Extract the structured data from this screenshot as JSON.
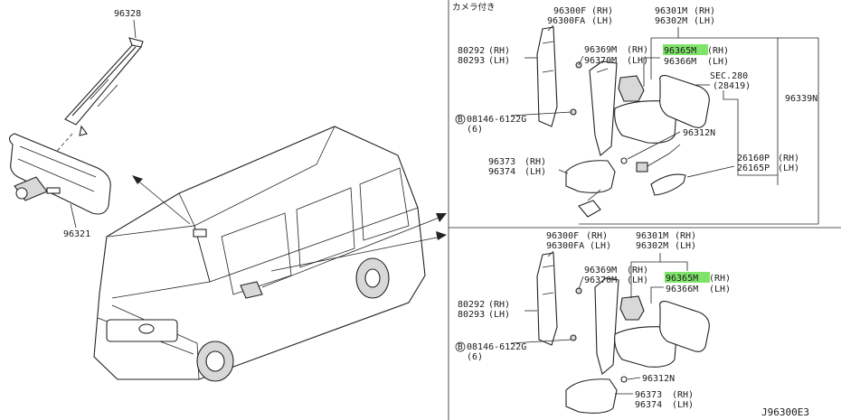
{
  "camera_note": "カメラ付き",
  "left_parts": {
    "p96328": "96328",
    "p96321": "96321"
  },
  "top_panel": {
    "p96300": [
      "96300F",
      "(RH)"
    ],
    "p96300fa": [
      "96300FA",
      "(LH)"
    ],
    "p96301": [
      "96301M",
      "(RH)"
    ],
    "p96302": [
      "96302M",
      "(LH)"
    ],
    "p96365": [
      "96365M",
      "(RH)"
    ],
    "p96366": [
      "96366M",
      "(LH)"
    ],
    "p96369": [
      "96369M",
      "(RH)"
    ],
    "p96370": [
      "96370M",
      "(LH)"
    ],
    "p80292": [
      "80292",
      "(RH)"
    ],
    "p80293": [
      "80293",
      "(LH)"
    ],
    "sec": "SEC.280",
    "sec_ref": "(28419)",
    "p96339": "96339N",
    "bolt_mark": "B",
    "bolt": "08146-6122G",
    "bolt_qty": "(6)",
    "p96312": "96312N",
    "p96373": [
      "96373",
      "(RH)"
    ],
    "p96374": [
      "96374",
      "(LH)"
    ],
    "p26160": [
      "26160P",
      "(RH)"
    ],
    "p26165": [
      "26165P",
      "(LH)"
    ]
  },
  "bottom_panel": {
    "p96300": [
      "96300F",
      "(RH)"
    ],
    "p96300fa": [
      "96300FA",
      "(LH)"
    ],
    "p96301": [
      "96301M",
      "(RH)"
    ],
    "p96302": [
      "96302M",
      "(LH)"
    ],
    "p96369": [
      "96369M",
      "(RH)"
    ],
    "p96370": [
      "96370M",
      "(LH)"
    ],
    "p96365": [
      "96365M",
      "(RH)"
    ],
    "p96366": [
      "96366M",
      "(LH)"
    ],
    "p80292": [
      "80292",
      "(RH)"
    ],
    "p80293": [
      "80293",
      "(LH)"
    ],
    "bolt_mark": "B",
    "bolt": "08146-6122G",
    "bolt_qty": "(6)",
    "p96312": "96312N",
    "p96373": [
      "96373",
      "(RH)"
    ],
    "p96374": [
      "96374",
      "(LH)"
    ]
  },
  "diagram_code": "J96300E3",
  "highlight_color": "#7fe36a"
}
